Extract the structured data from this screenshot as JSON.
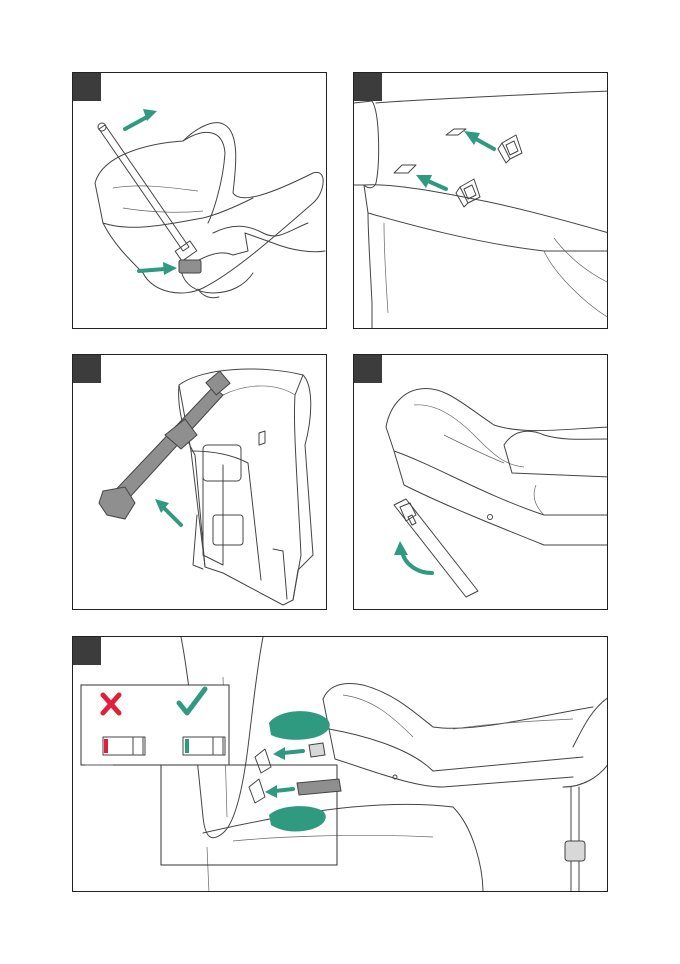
{
  "panels": [
    {
      "id": "panel-1",
      "step": "",
      "description_icons": [
        "carrier-handle",
        "hand",
        "arrow"
      ]
    },
    {
      "id": "panel-2",
      "step": "",
      "description_icons": [
        "seat-cushion",
        "isofix-guide",
        "arrow"
      ]
    },
    {
      "id": "panel-3",
      "step": "",
      "description_icons": [
        "base-unit",
        "isofix-connector",
        "arrow"
      ]
    },
    {
      "id": "panel-4",
      "step": "",
      "description_icons": [
        "base-unit",
        "folded-leg",
        "curved-arrow"
      ]
    },
    {
      "id": "panel-5",
      "step": "",
      "description_icons": [
        "car-seat",
        "base-unit",
        "isofix-indicator",
        "cross-icon",
        "check-icon"
      ]
    }
  ],
  "colors": {
    "accent": "#2f9a7f",
    "wrong": "#e0203a",
    "badge": "#3c3c3c",
    "line": "#444444"
  }
}
